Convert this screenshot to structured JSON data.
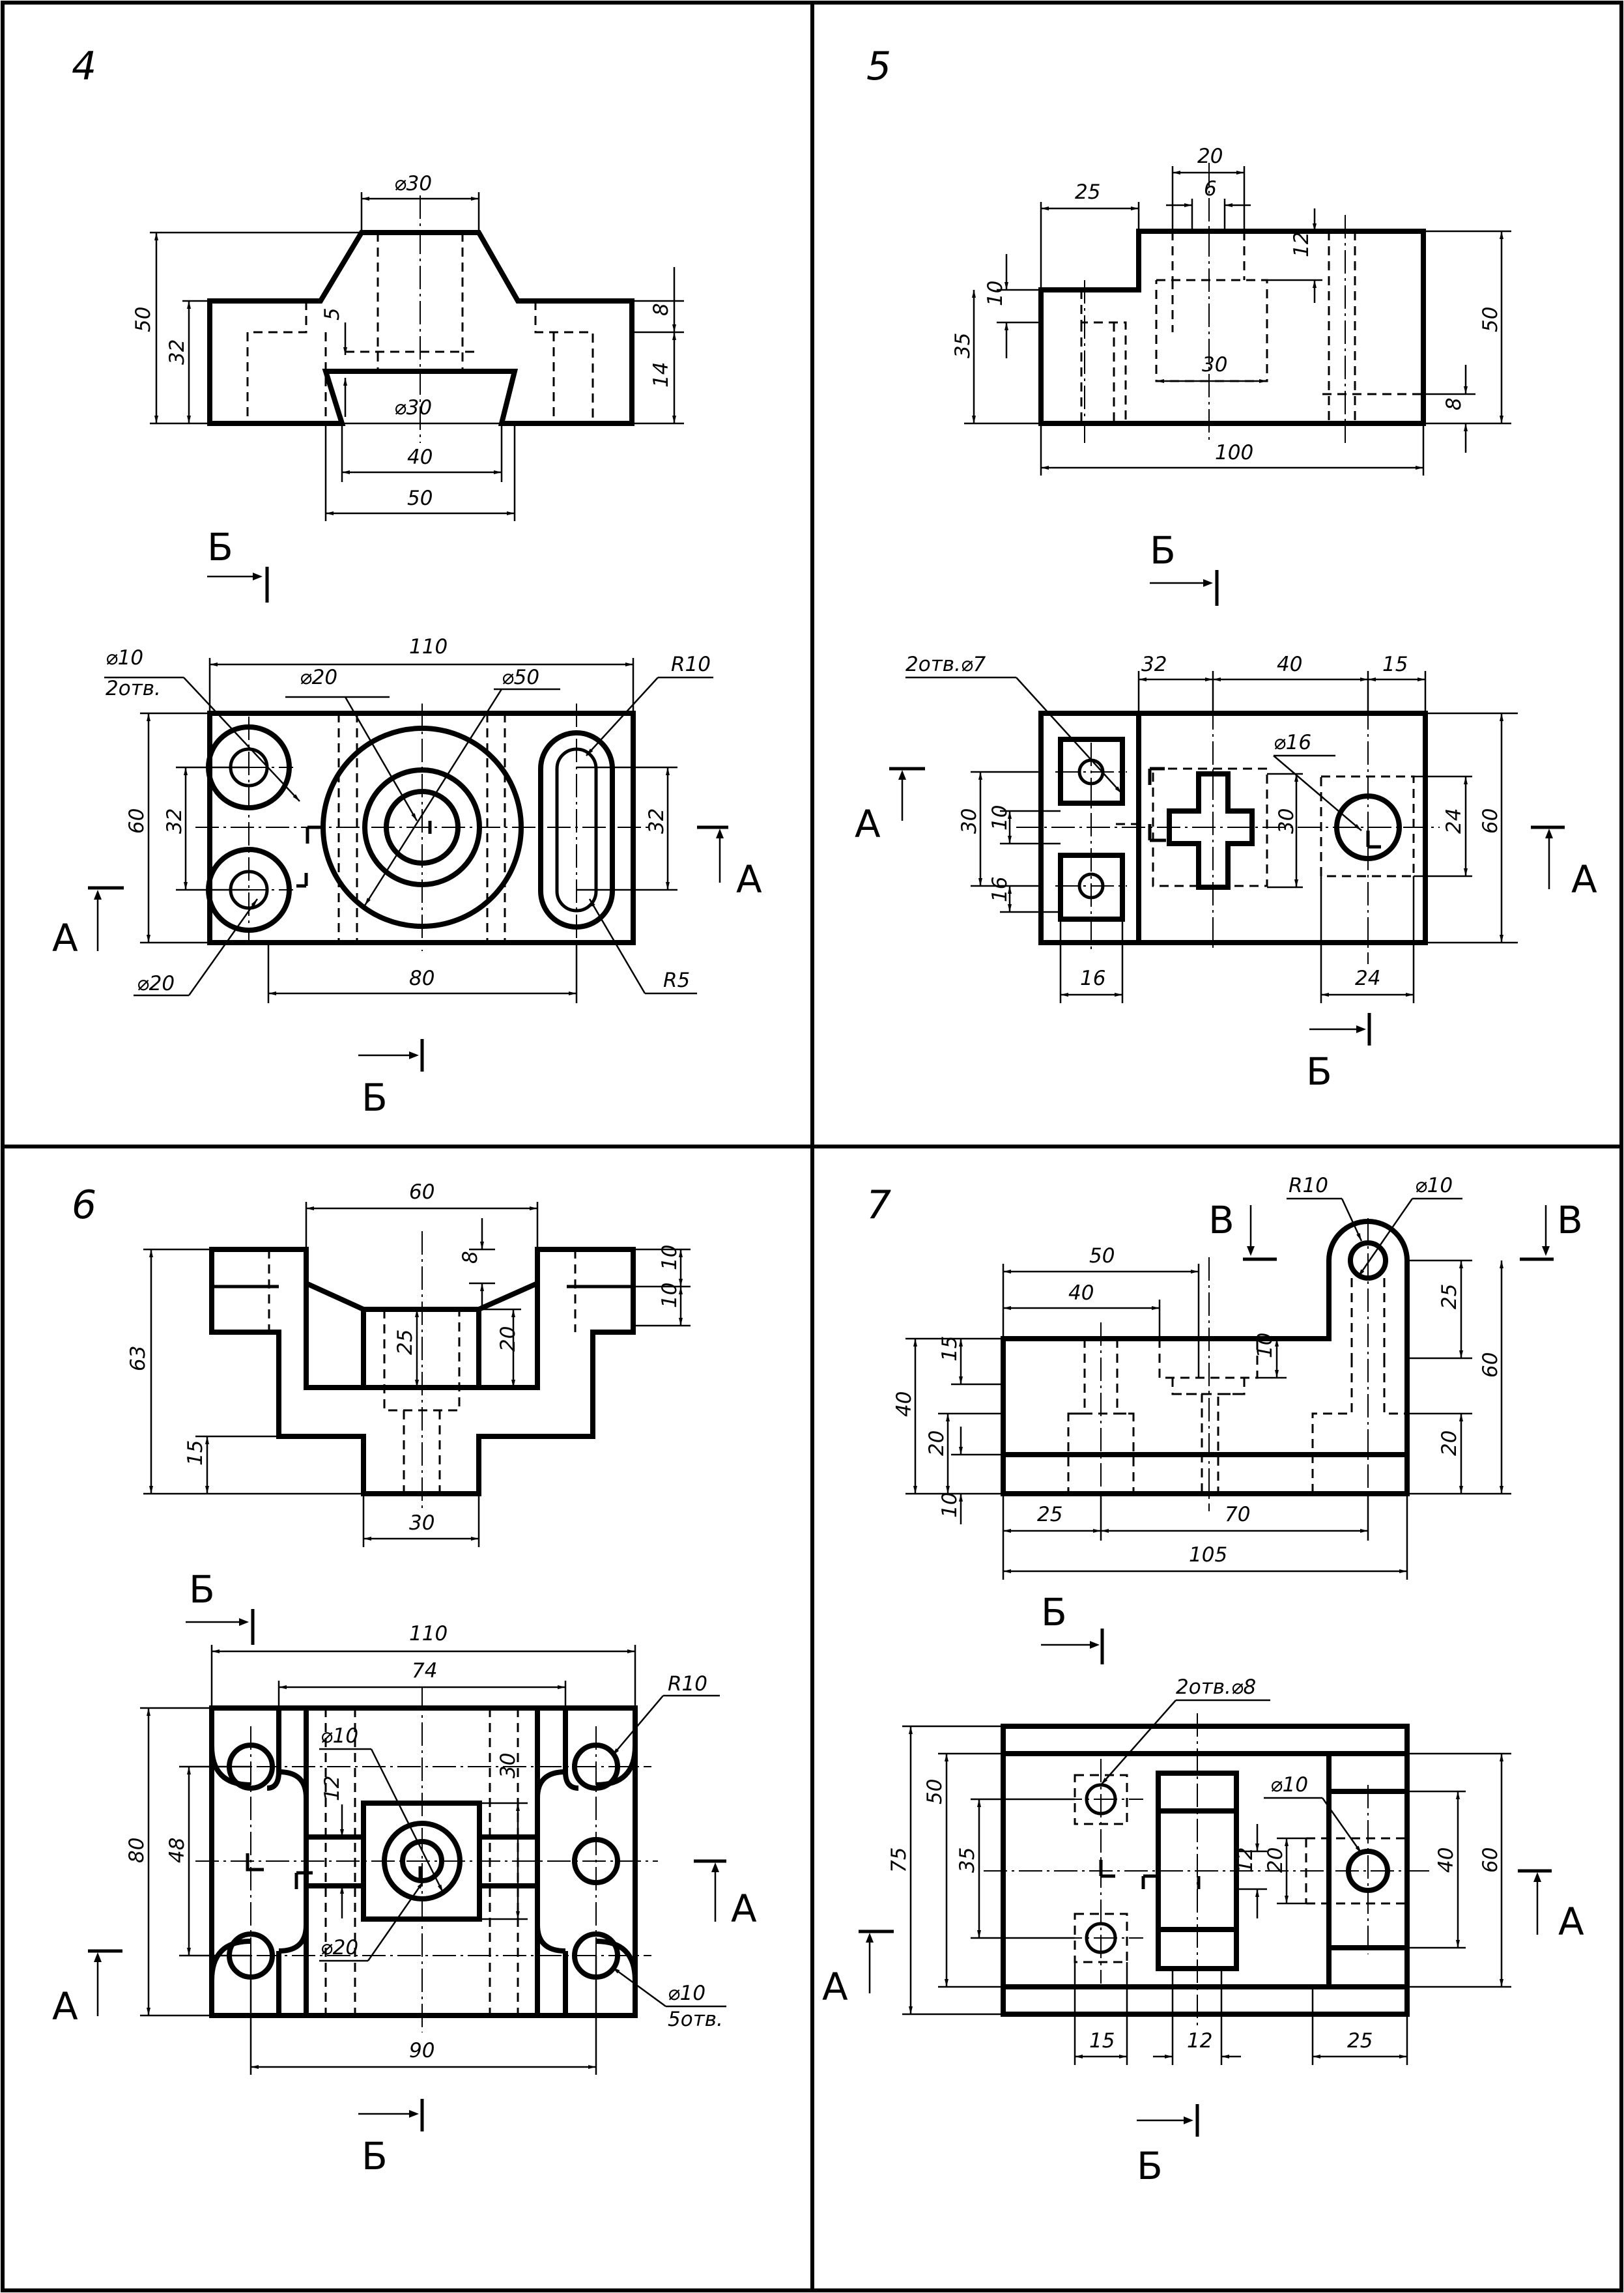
{
  "panels": [
    {
      "number": "4"
    },
    {
      "number": "5"
    },
    {
      "number": "6"
    },
    {
      "number": "7"
    }
  ],
  "section_letters": {
    "a": "А",
    "b": "Б",
    "v": "В"
  },
  "p4": {
    "front": {
      "d_top": "⌀30",
      "h50": "50",
      "h32": "32",
      "v5": "5",
      "v8": "8",
      "v14": "14",
      "d_slot": "⌀30",
      "w40": "40",
      "w50": "50"
    },
    "top": {
      "d10": "⌀10",
      "holes2": "2отв.",
      "d20a": "⌀20",
      "d50": "⌀50",
      "r10": "R10",
      "w110": "110",
      "h60": "60",
      "h32a": "32",
      "h32b": "32",
      "d20b": "⌀20",
      "w80": "80",
      "r5": "R5"
    }
  },
  "p5": {
    "front": {
      "w25": "25",
      "w20": "20",
      "w6": "6",
      "v12": "12",
      "v10": "10",
      "h35": "35",
      "w30": "30",
      "h50": "50",
      "v8": "8",
      "w100": "100"
    },
    "top": {
      "holes2": "2отв.⌀7",
      "w32": "32",
      "w40": "40",
      "w15": "15",
      "d16": "⌀16",
      "h30a": "30",
      "h10": "10",
      "h16": "16",
      "h30b": "30",
      "h24": "24",
      "h60": "60",
      "w16": "16",
      "w24": "24"
    }
  },
  "p6": {
    "front": {
      "w60": "60",
      "v8": "8",
      "v10a": "10",
      "v10b": "10",
      "h63": "63",
      "h25": "25",
      "h20": "20",
      "h15": "15",
      "w30": "30"
    },
    "top": {
      "w110": "110",
      "w74": "74",
      "r10": "R10",
      "d10a": "⌀10",
      "h30": "30",
      "h12": "12",
      "h80": "80",
      "h48": "48",
      "d20": "⌀20",
      "d10b": "⌀10",
      "holes5": "5отв.",
      "w90": "90"
    }
  },
  "p7": {
    "front": {
      "r10": "R10",
      "d10": "⌀10",
      "w50": "50",
      "w40": "40",
      "h15": "15",
      "v10a": "10",
      "h25": "25",
      "h40": "40",
      "h20a": "20",
      "h60": "60",
      "h20b": "20",
      "v10b": "10",
      "w25": "25",
      "w70": "70",
      "w105": "105"
    },
    "top": {
      "holes2": "2отв.⌀8",
      "d10": "⌀10",
      "h75": "75",
      "h50": "50",
      "h35": "35",
      "h12": "12",
      "h20": "20",
      "h40": "40",
      "h60": "60",
      "w15": "15",
      "w12": "12",
      "w25": "25"
    }
  }
}
